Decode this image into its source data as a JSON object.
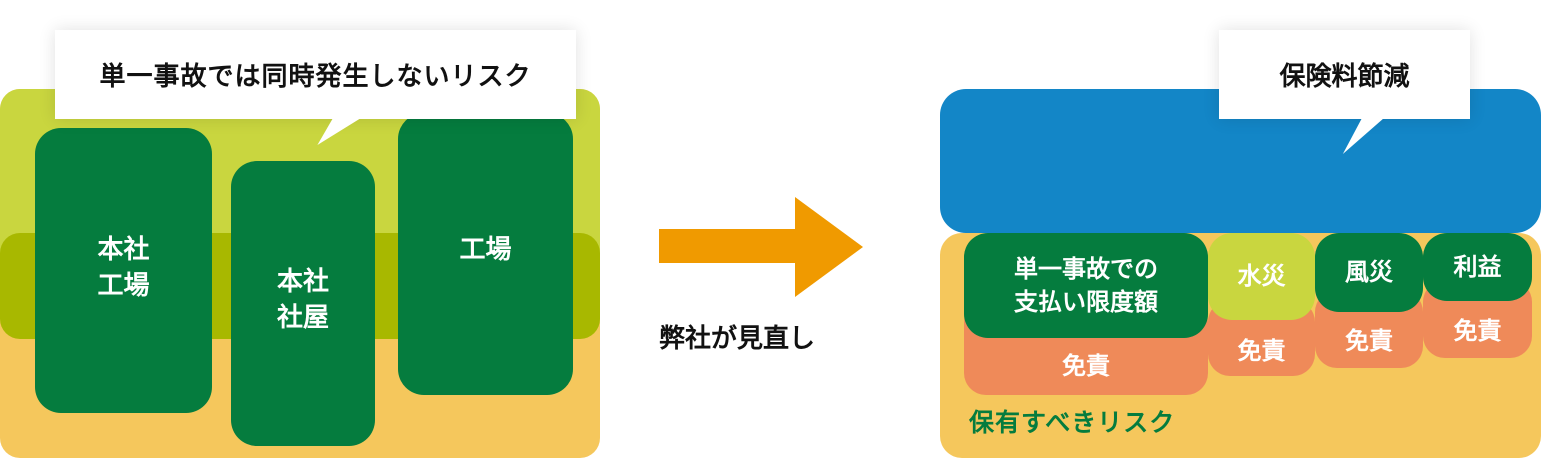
{
  "left_panel": {
    "callout": "単一事故では同時発生しないリスク",
    "boxes": [
      {
        "lines": [
          "本社",
          "工場"
        ]
      },
      {
        "lines": [
          "本社",
          "社屋"
        ]
      },
      {
        "lines": [
          "工場"
        ]
      }
    ]
  },
  "arrow": {
    "label": "弊社が見直し"
  },
  "right_panel": {
    "callout": "保険料節減",
    "tiles": [
      {
        "lines": [
          "単一事故での",
          "支払い限度額"
        ],
        "deductible": "免責"
      },
      {
        "lines": [
          "水災"
        ],
        "deductible": "免責"
      },
      {
        "lines": [
          "風災"
        ],
        "deductible": "免責"
      },
      {
        "lines": [
          "利益"
        ],
        "deductible": "免責"
      }
    ],
    "retained_label": "保有すべきリスク"
  },
  "colors": {
    "dark_green": "#057c3e",
    "lime": "#c9d63f",
    "olive": "#a8b800",
    "yellow": "#f5c75c",
    "blue": "#1386c7",
    "orange_block": "#ef8a59",
    "arrow": "#f09a00"
  }
}
